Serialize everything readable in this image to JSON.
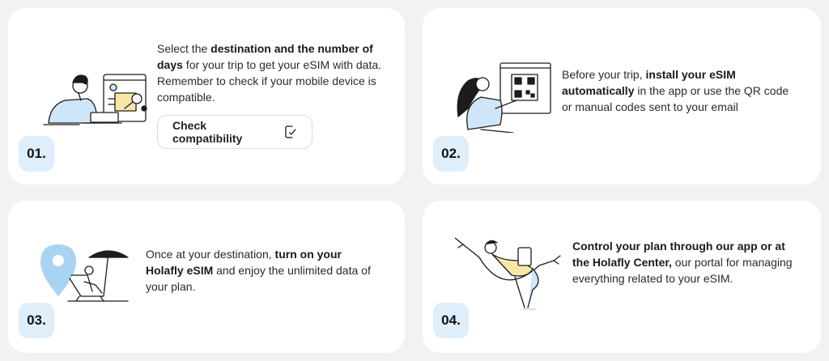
{
  "steps": [
    {
      "number": "01.",
      "t_before": "Select the ",
      "t_bold": "destination and the number of days",
      "t_after": " for your trip to get your eSIM with data. Remember to check if your mobile device is compatible.",
      "button_label": "Check compatibility",
      "button_icon": "phone-check-icon",
      "illustration": "person-laptop-icon"
    },
    {
      "number": "02.",
      "t_before": "Before your trip, ",
      "t_bold": "install your eSIM automatically",
      "t_after": " in the app or use the QR code or manual codes sent to your email",
      "illustration": "person-qr-code-icon"
    },
    {
      "number": "03.",
      "t_before": "Once at your destination, ",
      "t_bold": "turn on your Holafly eSIM",
      "t_after": " and enjoy the unlimited data of your plan.",
      "illustration": "beach-location-icon"
    },
    {
      "number": "04.",
      "t_before": "",
      "t_bold": "Control your plan through our app or at the Holafly Center,",
      "t_after": " our portal for managing everything related to your eSIM.",
      "illustration": "person-hammock-icon"
    }
  ],
  "colors": {
    "page_bg": "#f2f2f4",
    "card_bg": "#ffffff",
    "badge_bg": "#deeefb",
    "accent_blue": "#a9d3f2",
    "accent_yellow": "#f9e7a6",
    "line": "#1c1c1c"
  }
}
